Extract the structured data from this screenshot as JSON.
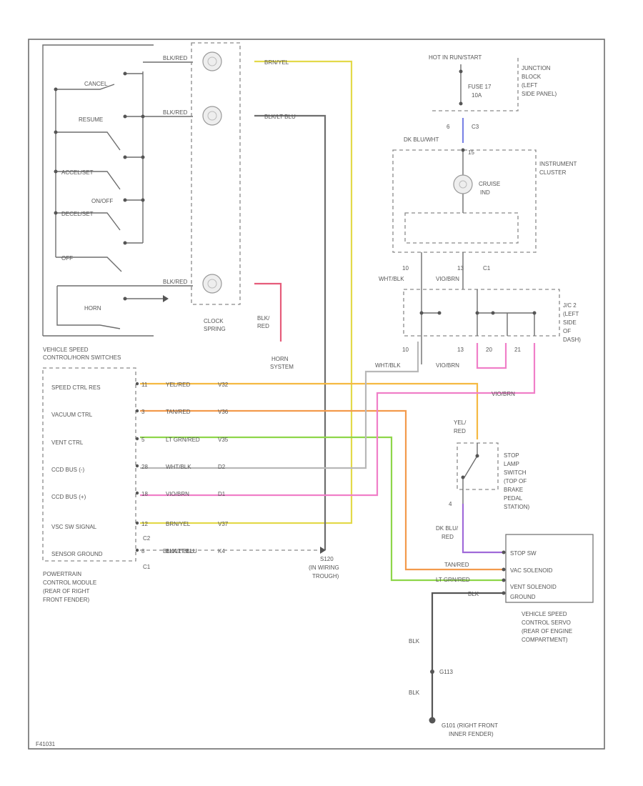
{
  "switches": {
    "cancel": "CANCEL",
    "resume": "RESUME",
    "accel_set": "ACCEL/SET",
    "decel_set": "DECEL/SET",
    "on_off": "ON/OFF",
    "off": "OFF",
    "horn": "HORN",
    "section_title": [
      "VEHICLE SPEED",
      "CONTROL/HORN SWITCHES"
    ]
  },
  "clock_spring": [
    "CLOCK",
    "SPRING"
  ],
  "horn_system": [
    "HORN",
    "SYSTEM"
  ],
  "wires": {
    "brn_yel": "BRN/YEL",
    "blk_lt_blu": "BLK/LT BLU",
    "blk_red": "BLK/RED",
    "blk_red_stack": [
      "BLK/",
      "RED"
    ],
    "red": "RED",
    "dk_blu_wht": "DK BLU/WHT",
    "wht_blk": "WHT/BLK",
    "vio_brn": "VIO/BRN",
    "yel_red": "YEL/RED",
    "tan_red": "TAN/RED",
    "lt_grn_red": "LT GRN/RED",
    "dk_blu_red": [
      "DK BLU/",
      "RED"
    ],
    "blk": "BLK",
    "yel_red_stack": [
      "YEL/",
      "RED"
    ]
  },
  "fuse": {
    "hot": "HOT IN RUN/START",
    "name": [
      "FUSE 17",
      "10A"
    ],
    "junction_block": [
      "JUNCTION",
      "BLOCK",
      "(LEFT",
      "SIDE PANEL)"
    ]
  },
  "cluster": {
    "label": [
      "INSTRUMENT",
      "CLUSTER"
    ],
    "lamp": [
      "CRUISE",
      "IND"
    ]
  },
  "jc": {
    "label": [
      "J/C 2",
      "(LEFT",
      "SIDE",
      "OF",
      "DASH)"
    ]
  },
  "pins": {
    "p6": "6",
    "p15": "15",
    "p10": "10",
    "p13": "13",
    "p20": "20",
    "p21": "21",
    "p11": "11",
    "p4": "4",
    "p3": "3",
    "p28": "28",
    "p18": "18",
    "p12": "12",
    "p8": "8",
    "c3": "C3",
    "c1": "C1",
    "c2": "C2"
  },
  "pcm": {
    "pins": [
      {
        "label": "SPEED CTRL RES",
        "pin": "11",
        "wire": "YEL/RED",
        "code": "V32",
        "color": "#f5b942"
      },
      {
        "label": "VACUUM CTRL",
        "pin": "3",
        "wire": "TAN/RED",
        "code": "V36",
        "color": "#f39a4c"
      },
      {
        "label": "VENT CTRL",
        "pin": "5",
        "wire": "LT GRN/RED",
        "code": "V35",
        "color": "#8ed64a"
      },
      {
        "label": "CCD BUS (-)",
        "pin": "28",
        "wire": "WHT/BLK",
        "code": "D2",
        "color": "#b8b8b8"
      },
      {
        "label": "CCD BUS (+)",
        "pin": "18",
        "wire": "VIO/BRN",
        "code": "D1",
        "color": "#f07fc8"
      },
      {
        "label": "VSC SW SIGNAL",
        "pin": "12",
        "wire": "BRN/YEL",
        "code": "V37",
        "color": "#e3d94a"
      },
      {
        "label": "SENSOR GROUND",
        "pin": "8",
        "wire": "BLK/LT BLU",
        "code": "K4",
        "color": "#6e6e6e"
      }
    ],
    "label": [
      "POWERTRAIN",
      "CONTROL MODULE",
      "(REAR OF RIGHT",
      "FRONT FENDER)"
    ]
  },
  "splice": [
    "S120",
    "(IN WIRING",
    "TROUGH)"
  ],
  "stop_switch": [
    "STOP",
    "LAMP",
    "SWITCH",
    "(TOP OF",
    "BRAKE",
    "PEDAL",
    "STATION)"
  ],
  "servo": {
    "rows": [
      "STOP SW",
      "VAC SOLENOID",
      "VENT SOLENOID",
      "GROUND"
    ],
    "label": [
      "VEHICLE SPEED",
      "CONTROL SERVO",
      "(REAR OF ENGINE",
      "COMPARTMENT)"
    ]
  },
  "ground": {
    "g113": "G113",
    "g101": [
      "G101 (RIGHT FRONT",
      "INNER FENDER)"
    ]
  },
  "corner_code": "F41031",
  "colors": {
    "brn_yel": "#e3d94a",
    "blk_lt_blu": "#6e6e6e",
    "blk_red": "#e65c7a",
    "dk_blu_wht": "#7b84e6",
    "yel_red": "#f5b942",
    "tan_red": "#f39a4c",
    "lt_grn_red": "#8ed64a",
    "wht_blk": "#b8b8b8",
    "vio_brn": "#f07fc8",
    "dk_blu_red": "#a06ad9",
    "ground": "#555555"
  }
}
